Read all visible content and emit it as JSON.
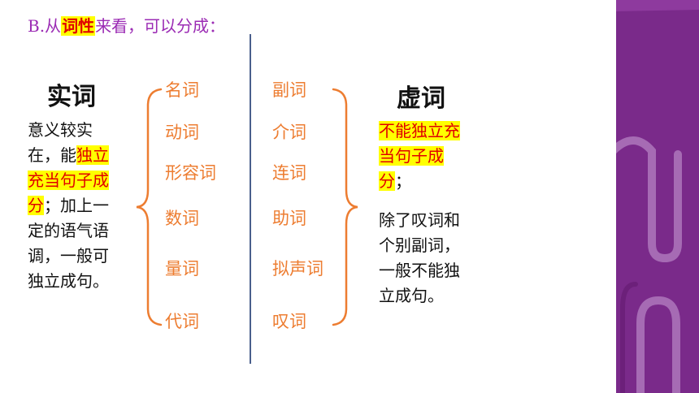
{
  "heading": {
    "prefix": "B.从",
    "highlight": "词性",
    "suffix": "来看，可以分成："
  },
  "content_words": {
    "title": "实词",
    "description_parts": [
      {
        "text": "意义较实在，能",
        "highlight": false
      },
      {
        "text": "独立充当句子成分",
        "highlight": true
      },
      {
        "text": "；加上一定的语气语调，一般可独立成句。",
        "highlight": false
      }
    ],
    "items": [
      "名词",
      "动词",
      "形容词",
      "数词",
      "量词",
      "代词"
    ]
  },
  "function_words": {
    "title": "虚词",
    "items": [
      "副词",
      "介词",
      "连词",
      "助词",
      "拟声词",
      "叹词"
    ],
    "description_highlight": "不能独立充当句子成分",
    "description_after": "；",
    "description_2": "除了叹词和个别副词，一般不能独立成句。"
  },
  "colors": {
    "accent_purple": "#9b2bb4",
    "highlight_yellow": "#ffff00",
    "highlight_red": "#e00000",
    "word_orange": "#ed7d31",
    "divider_blue": "#4a5f8c",
    "panel_purple": "#7a2a8a"
  }
}
